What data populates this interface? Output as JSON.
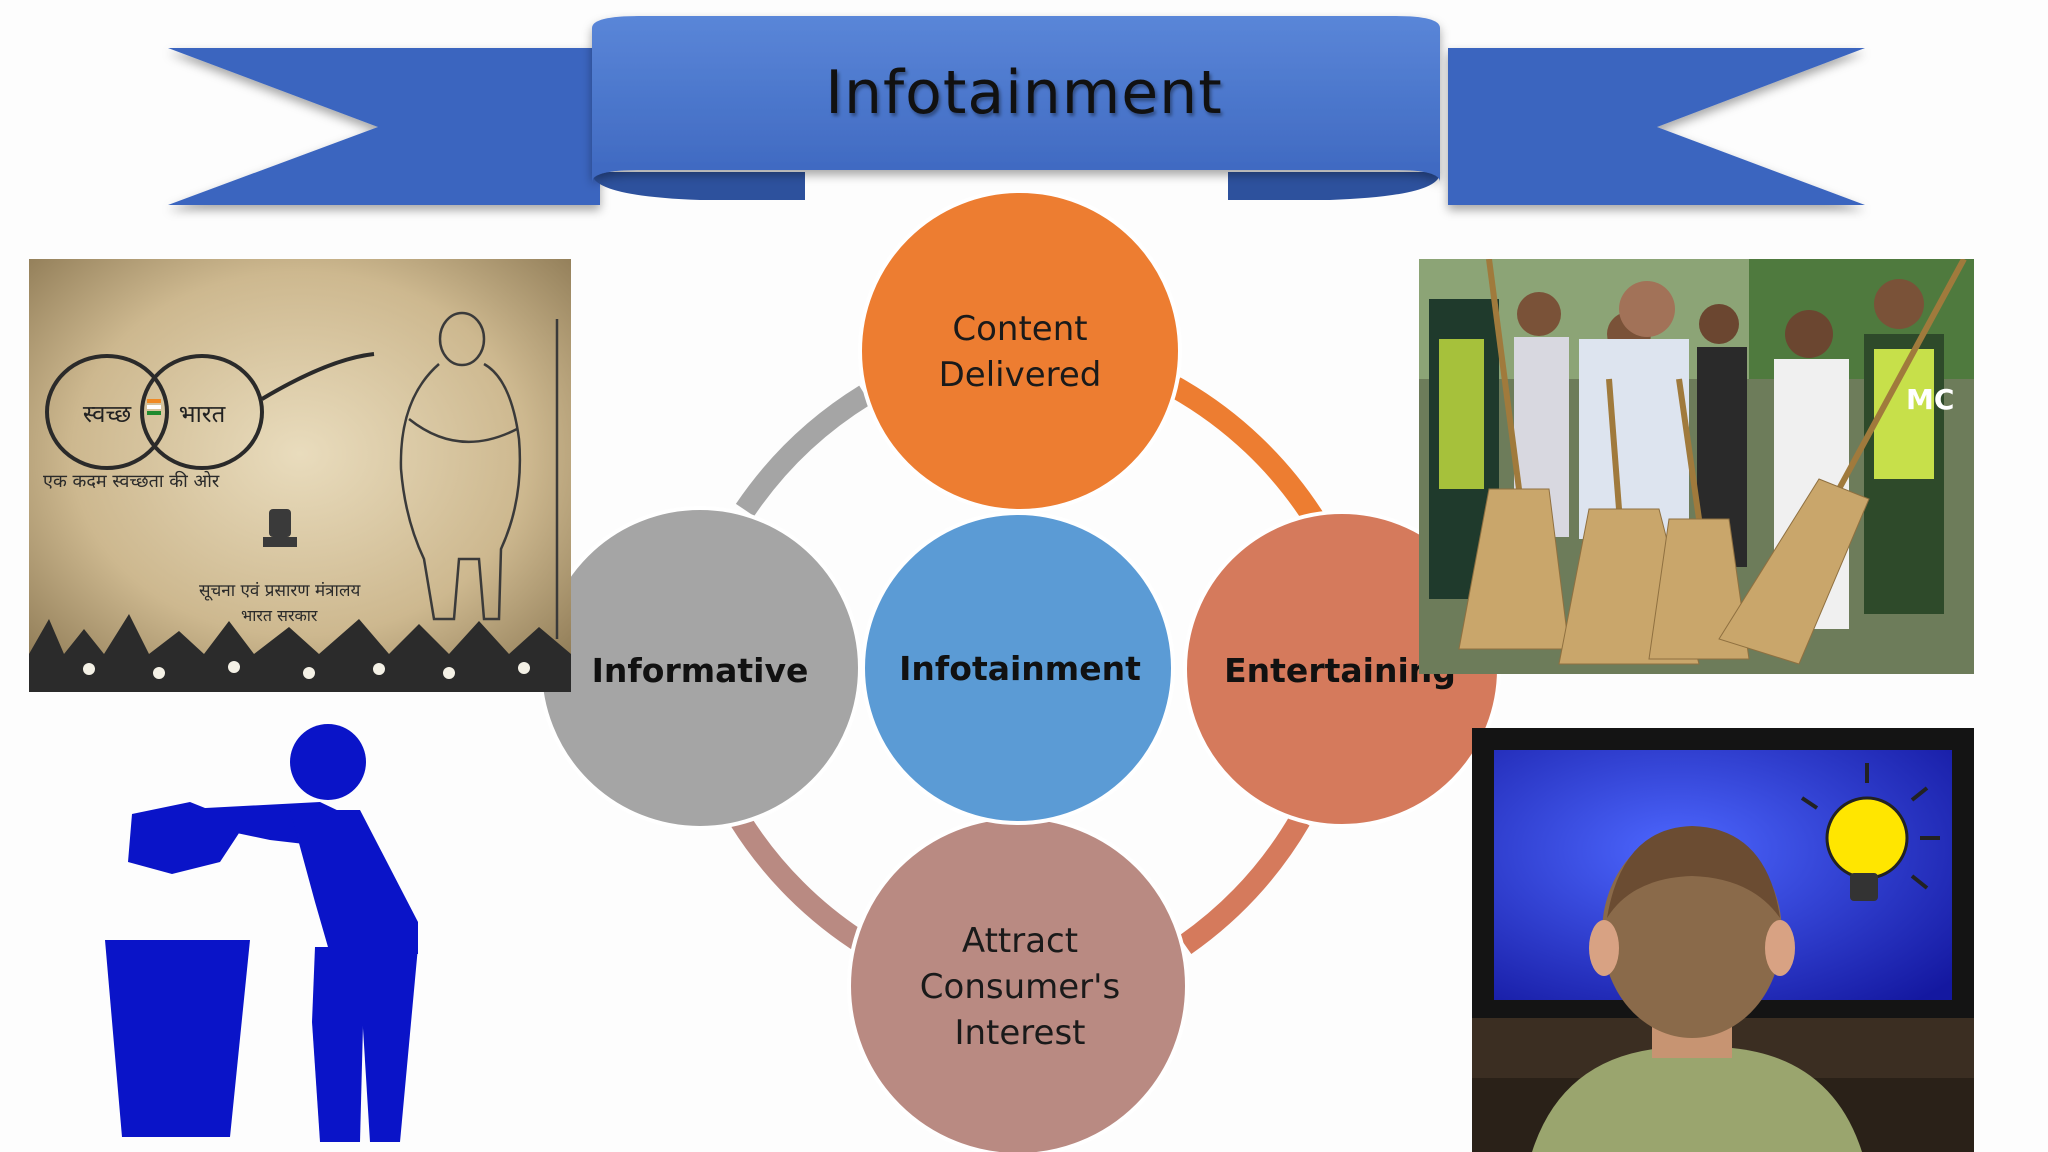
{
  "banner": {
    "title": "Infotainment",
    "color": "#4a74cc"
  },
  "diagram": {
    "center": {
      "label": "Infotainment",
      "color": "#5b9bd5"
    },
    "nodes": [
      {
        "id": "content",
        "lines": [
          "Content",
          "Delivered"
        ],
        "color": "#ed7d31"
      },
      {
        "id": "entertaining",
        "lines": [
          "Entertaining"
        ],
        "color": "#d57a5c"
      },
      {
        "id": "attract",
        "lines": [
          "Attract",
          "Consumer's",
          "Interest"
        ],
        "color": "#b98a82"
      },
      {
        "id": "informative",
        "lines": [
          "Informative"
        ],
        "color": "#a5a5a5"
      }
    ]
  },
  "images": {
    "swachh_logo": {
      "logo_left": "स्वच्छ",
      "logo_right": "भारत",
      "tagline": "एक कदम स्वच्छता की ओर",
      "ministry": "सूचना एवं प्रसारण मंत्रालय",
      "government": "भारत सरकार"
    },
    "broom_photo": {
      "vest_text": "MC"
    },
    "dustbin_icon": {
      "color": "#0a14c8"
    },
    "tv_photo": {}
  }
}
